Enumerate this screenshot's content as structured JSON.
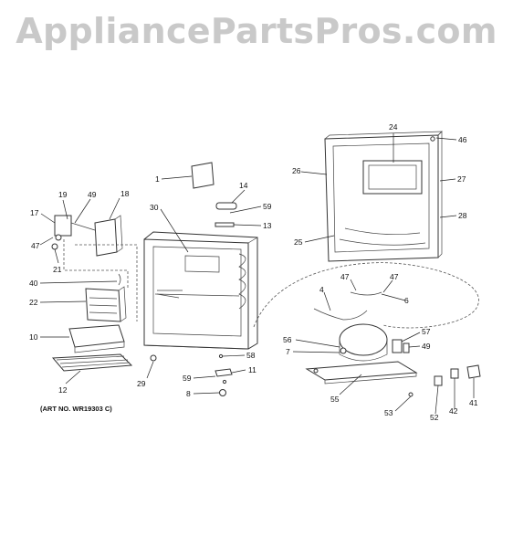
{
  "watermark": "AppliancePartsPros.com",
  "art_number": "(ART NO. WR19303 C)",
  "callouts": {
    "c1": "1",
    "c4": "4",
    "c6": "6",
    "c7": "7",
    "c8": "8",
    "c10": "10",
    "c11": "11",
    "c12": "12",
    "c13": "13",
    "c14": "14",
    "c17": "17",
    "c18": "18",
    "c19": "19",
    "c21": "21",
    "c22": "22",
    "c24": "24",
    "c25": "25",
    "c26": "26",
    "c27": "27",
    "c28": "28",
    "c29": "29",
    "c30": "30",
    "c40": "40",
    "c41": "41",
    "c42": "42",
    "c46": "46",
    "c47a": "47",
    "c47b": "47",
    "c47c": "47",
    "c49a": "49",
    "c49b": "49",
    "c52": "52",
    "c53": "53",
    "c55": "55",
    "c56": "56",
    "c57": "57",
    "c58": "58",
    "c59a": "59",
    "c59b": "59"
  }
}
